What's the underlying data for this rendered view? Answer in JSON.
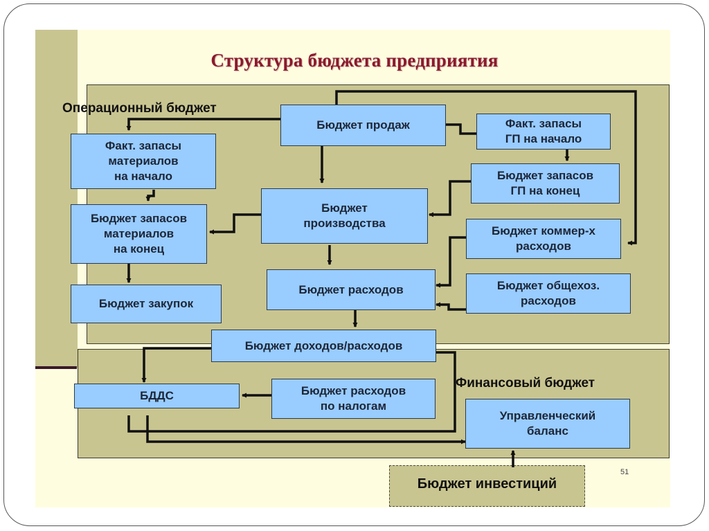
{
  "title": "Структура бюджета предприятия",
  "sections": {
    "operational": "Операционный бюджет",
    "financial": "Финансовый бюджет"
  },
  "boxes": {
    "sales": "Бюджет продаж",
    "fg_start": "Факт. запасы\nГП на начало",
    "fg_end": "Бюджет запасов\nГП на конец",
    "production": "Бюджет\nпроизводства",
    "commercial": "Бюджет коммер-х\nрасходов",
    "expenses": "Бюджет расходов",
    "overhead": "Бюджет общехоз.\nрасходов",
    "mat_start": "Факт. запасы\nматериалов\nна начало",
    "mat_end": "Бюджет запасов\nматериалов\nна конец",
    "purchases": "Бюджет закупок",
    "income_expense": "Бюджет доходов/расходов",
    "cashflow": "БДДС",
    "tax": "Бюджет расходов\nпо налогам",
    "balance": "Управленческий\nбаланс"
  },
  "investment": "Бюджет инвестиций",
  "page_number": "51",
  "colors": {
    "title": "#8b1a2e",
    "box_fill": "#99ccff",
    "panel_fill": "#c9c591",
    "slide_bg": "#fffde0"
  }
}
